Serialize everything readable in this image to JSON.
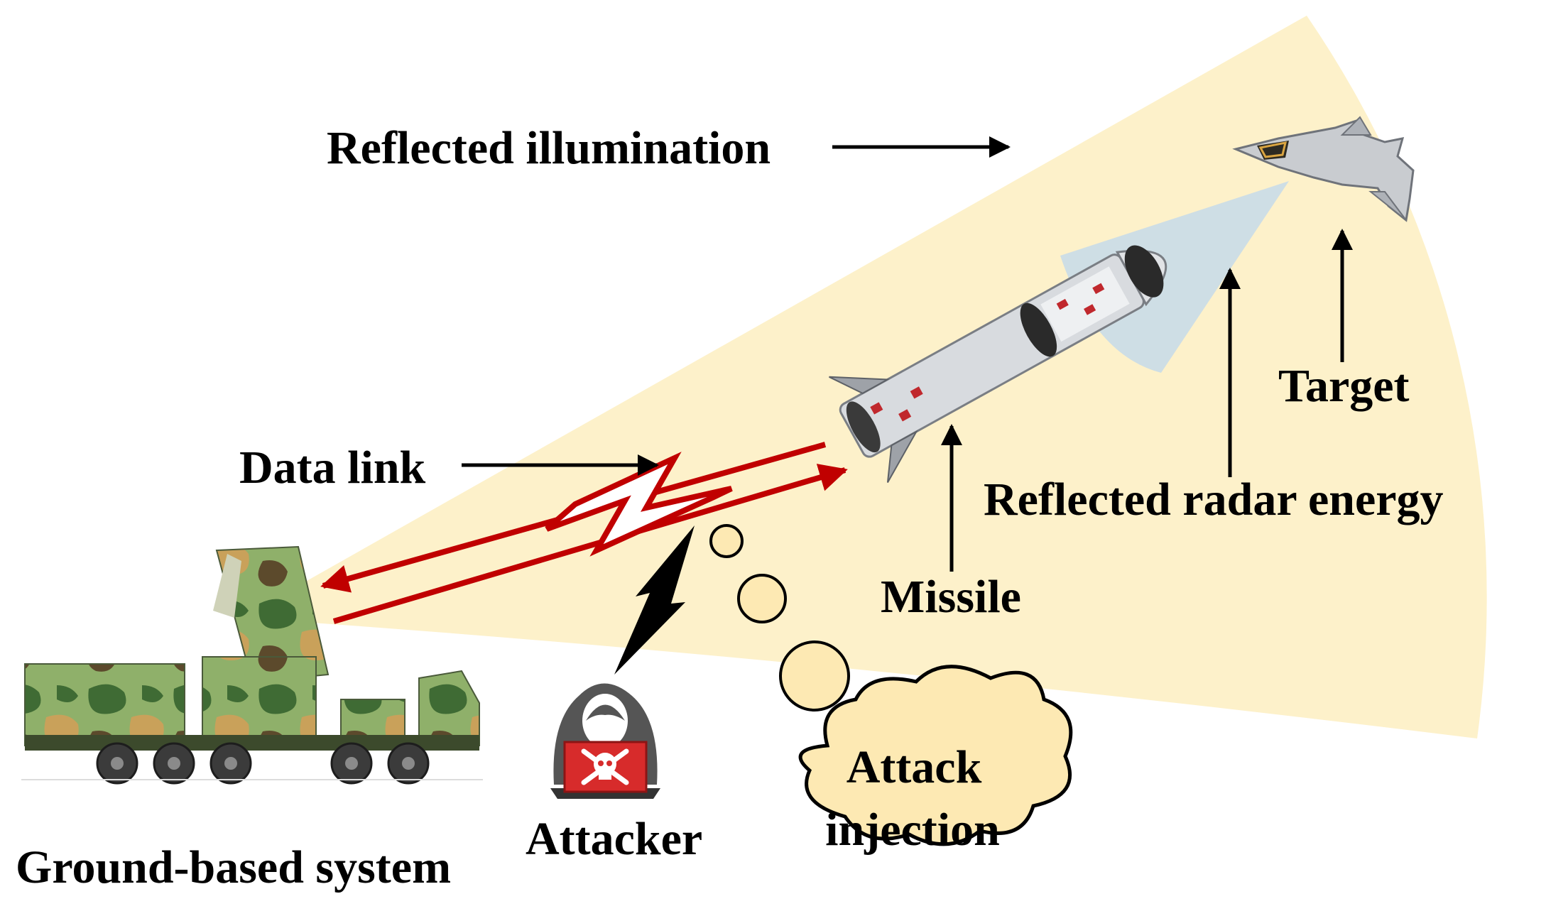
{
  "labels": {
    "reflected_illumination": "Reflected illumination",
    "target": "Target",
    "reflected_radar_energy": "Reflected radar energy",
    "missile": "Missile",
    "data_link": "Data link",
    "attacker": "Attacker",
    "attack_injection_line1": "Attack",
    "attack_injection_line2": "injection",
    "ground_based_system": "Ground-based system"
  },
  "colors": {
    "illumination_beam": "#fdf1ca",
    "radar_return_cone": "#c9dce8",
    "data_link_arrows": "#c00000",
    "thought_bubble_fill": "#fde9b3",
    "thought_bubble_stroke": "#000000",
    "arrow": "#000000"
  },
  "icons": {
    "target": "fighter-jet-icon",
    "missile": "missile-icon",
    "ground_system": "launcher-truck-icon",
    "attacker": "hooded-hacker-icon",
    "attack_symbol": "skull-crossbones-icon",
    "interference": "lightning-bolt-icon",
    "injection": "thought-cloud-icon"
  }
}
